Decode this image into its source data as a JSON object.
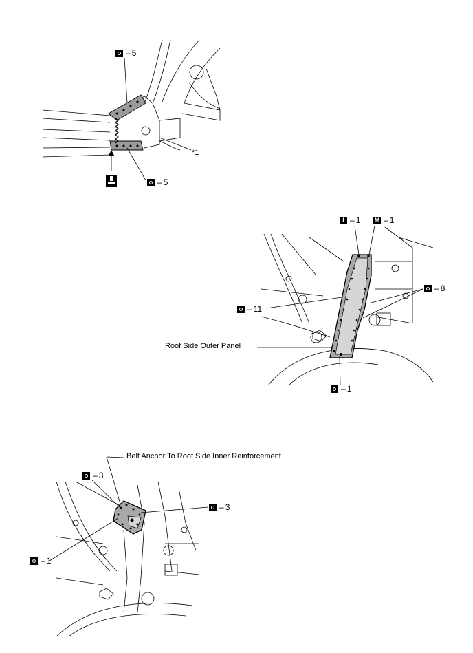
{
  "figure1": {
    "callout_top": {
      "symbol": "O",
      "number": "5"
    },
    "callout_bottom": {
      "symbol": "O",
      "number": "5"
    },
    "ref": "*1",
    "tool_icon": "spot-welder-tool-icon"
  },
  "figure2": {
    "callout_i": {
      "symbol": "I",
      "number": "1"
    },
    "callout_m": {
      "symbol": "M",
      "number": "1"
    },
    "callout_8": {
      "symbol": "O",
      "number": "8"
    },
    "callout_11": {
      "symbol": "O",
      "number": "11"
    },
    "callout_1": {
      "symbol": "O",
      "number": "1"
    },
    "part_label": "Roof Side Outer Panel"
  },
  "figure3": {
    "part_label": "Belt Anchor To Roof Side Inner Reinforcement",
    "callout_3a": {
      "symbol": "O",
      "number": "3"
    },
    "callout_3b": {
      "symbol": "O",
      "number": "3"
    },
    "callout_1": {
      "symbol": "O",
      "number": "1"
    }
  }
}
